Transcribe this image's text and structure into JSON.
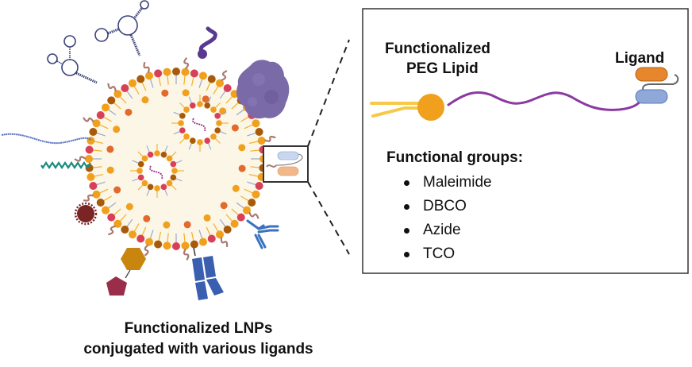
{
  "caption": {
    "line1": "Functionalized LNPs",
    "line2": "conjugated with various ligands"
  },
  "inset": {
    "peg_label_line1": "Functionalized",
    "peg_label_line2": "PEG Lipid",
    "ligand_label": "Ligand",
    "functional_groups_title": "Functional groups:",
    "functional_groups": [
      "Maleimide",
      "DBCO",
      "Azide",
      "TCO"
    ]
  },
  "colors": {
    "lipid_orange": "#f0a01c",
    "lipid_brown": "#a85a0a",
    "lipid_pink": "#d8405a",
    "lipid_dark_orange": "#e26a2c",
    "core_fill": "#fbf6e6",
    "peg_purple": "#8a3aa0",
    "peg_tail_brown": "#a87a70",
    "ligand_orange": "#e8862e",
    "ligand_blue": "#8fa8d8",
    "protein_purple": "#7a6aa8",
    "antibody_blue": "#3a62b0",
    "aptamer_navy": "#3a4278"
  },
  "ligands": [
    "aptamer",
    "aptamer",
    "peptide",
    "protein",
    "nucleic-acid",
    "peptide-helix",
    "small-molecule",
    "sugar",
    "antibody",
    "antibody-fragment",
    "functionalized-ligand"
  ]
}
